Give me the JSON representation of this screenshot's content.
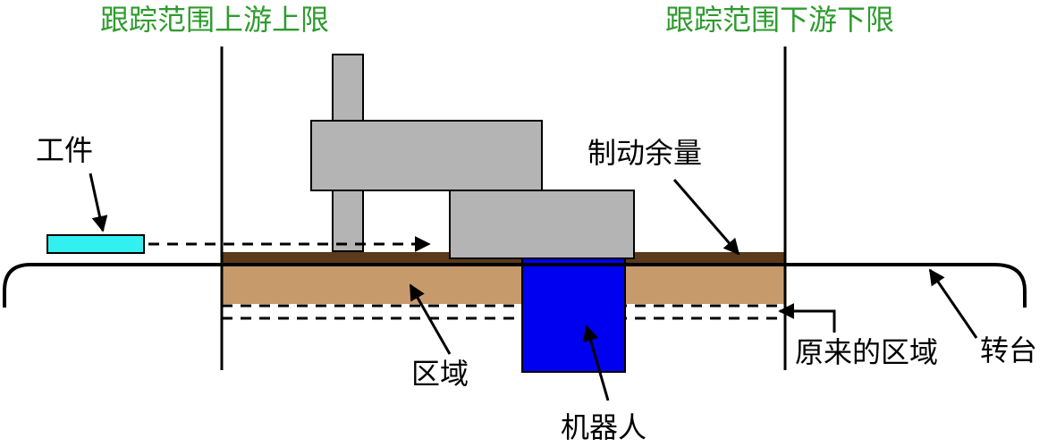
{
  "labels": {
    "upstream_limit": "跟踪范围上游上限",
    "downstream_limit": "跟踪范围下游下限",
    "workpiece": "工件",
    "braking_margin": "制动余量",
    "region": "区域",
    "original_region": "原来的区域",
    "turntable": "转台",
    "robot": "机器人"
  },
  "colors": {
    "limit_label": "#2e9b2e",
    "workpiece": "#33f0f0",
    "region_fill": "#c79a6c",
    "braking_margin_fill": "#5a3a1a",
    "robot_body": "#0000f0",
    "robot_arm": "#b4b4b4"
  }
}
